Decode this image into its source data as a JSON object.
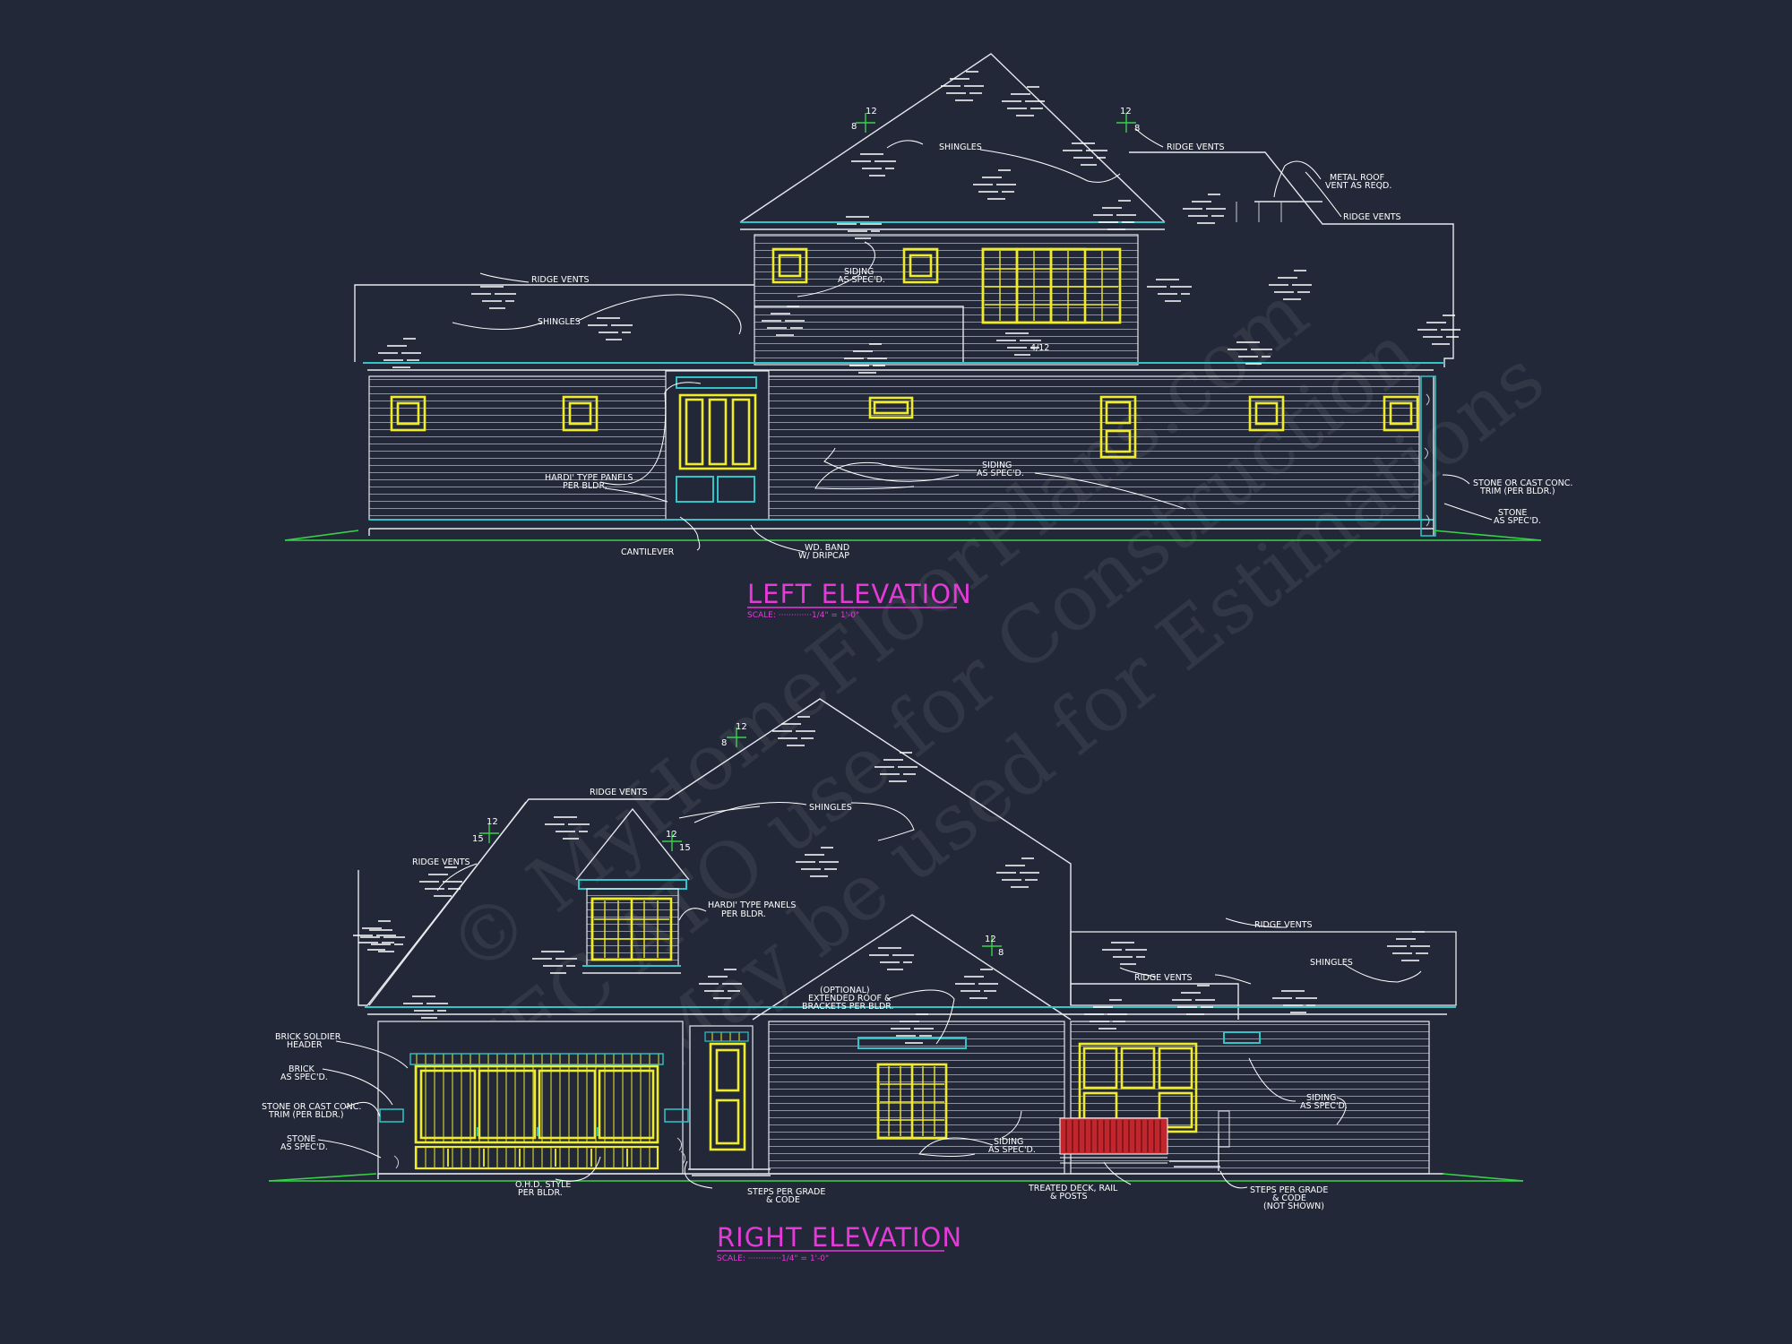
{
  "watermark": {
    "line1": "© MyHomeFloorPlans.com",
    "line2": "IFC ATO use for Construction",
    "line3": "May be used for Estimations"
  },
  "left_elevation": {
    "title": "LEFT ELEVATION",
    "scale": "SCALE: ·············1/4\" = 1'-0\"",
    "pitch_main_rise": "12",
    "pitch_main_run": "8",
    "pitch_side_rise": "12",
    "pitch_side_run": "8",
    "pitch_low": "4/12",
    "notes": {
      "shingles_upper": "SHINGLES",
      "ridge_vents_right": "RIDGE VENTS",
      "metal_roof_1": "METAL ROOF",
      "metal_roof_2": "VENT AS REQD.",
      "ridge_vents_far_right": "RIDGE VENTS",
      "ridge_vents_left": "RIDGE VENTS",
      "shingles_lower": "SHINGLES",
      "siding_upper_1": "SIDING",
      "siding_upper_2": "AS SPEC'D.",
      "hardi_1": "HARDI' TYPE PANELS",
      "hardi_2": "PER BLDR.",
      "siding_main_1": "SIDING",
      "siding_main_2": "AS SPEC'D.",
      "stone_trim_1": "STONE OR CAST CONC.",
      "stone_trim_2": "TRIM (PER BLDR.)",
      "stone_1": "STONE",
      "stone_2": "AS SPEC'D.",
      "cantilever": "CANTILEVER",
      "wd_band_1": "WD. BAND",
      "wd_band_2": "W/ DRIPCAP"
    }
  },
  "right_elevation": {
    "title": "RIGHT ELEVATION",
    "scale": "SCALE: ·············1/4\" = 1'-0\"",
    "pitch_main_rise": "12",
    "pitch_main_run": "8",
    "pitch_left_rise": "12",
    "pitch_left_run": "15",
    "pitch_dormer_rise": "12",
    "pitch_dormer_run": "15",
    "pitch_gable_rise": "12",
    "pitch_gable_run": "8",
    "notes": {
      "ridge_vents_top": "RIDGE VENTS",
      "shingles_top": "SHINGLES",
      "ridge_vents_left": "RIDGE VENTS",
      "hardi_1": "HARDI' TYPE PANELS",
      "hardi_2": "PER BLDR.",
      "optional_1": "(OPTIONAL)",
      "optional_2": "EXTENDED ROOF &",
      "optional_3": "BRACKETS PER BLDR.",
      "ridge_vents_right": "RIDGE VENTS",
      "shingles_right": "SHINGLES",
      "ridge_vents_mid": "RIDGE VENTS",
      "brick_header_1": "BRICK SOLDIER",
      "brick_header_2": "HEADER",
      "brick_1": "BRICK",
      "brick_2": "AS SPEC'D.",
      "stone_trim_1": "STONE OR CAST CONC.",
      "stone_trim_2": "TRIM (PER BLDR.)",
      "stone_1": "STONE",
      "stone_2": "AS SPEC'D.",
      "ohd_1": "O.H.D. STYLE",
      "ohd_2": "PER BLDR.",
      "steps_1": "STEPS PER GRADE",
      "steps_2": "& CODE",
      "siding_mid_1": "SIDING",
      "siding_mid_2": "AS SPEC'D.",
      "deck_1": "TREATED DECK, RAIL",
      "deck_2": "& POSTS",
      "siding_right_1": "SIDING",
      "siding_right_2": "AS SPEC'D.",
      "steps_r_1": "STEPS PER GRADE",
      "steps_r_2": "& CODE",
      "steps_r_3": "(NOT SHOWN)"
    }
  },
  "colors": {
    "background": "#232838",
    "linework": "#e6e8ee",
    "trim": "#34c3c8",
    "windows": "#f1ec2a",
    "titles": "#e33ad8",
    "ground": "#38d24a",
    "deck_rail": "#c0262c"
  }
}
